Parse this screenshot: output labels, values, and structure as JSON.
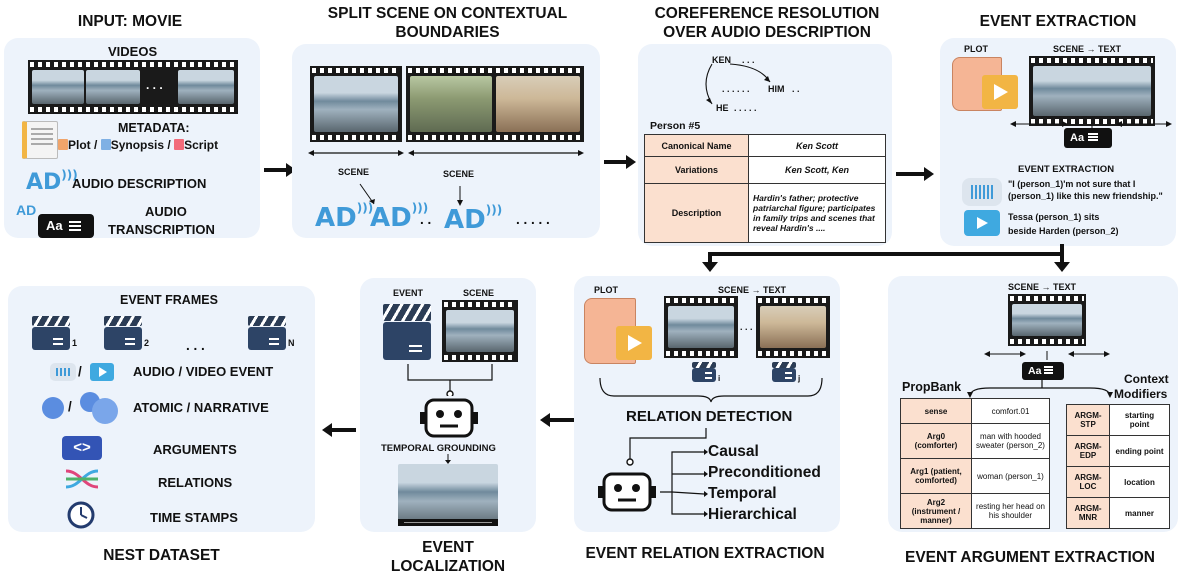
{
  "panels": {
    "input": {
      "title": "INPUT: MOVIE",
      "videos": "VIDEOS",
      "dots": ". . .",
      "metadata": "METADATA:",
      "plot": "Plot",
      "synopsis": "Synopsis",
      "script": "Script",
      "sep": "/",
      "audio_description": "AUDIO DESCRIPTION",
      "ad": "AD",
      "aa": "Aa",
      "audio_transcription_1": "AUDIO",
      "audio_transcription_2": "TRANSCRIPTION"
    },
    "split": {
      "title_1": "SPLIT SCENE ON CONTEXTUAL",
      "title_2": "BOUNDARIES",
      "scene1": "SCENE",
      "scene2": "SCENE",
      "ad": "AD",
      "dots1": ". .",
      "dots2": ". . . . ."
    },
    "coref": {
      "title_1": "COREFERENCE RESOLUTION",
      "title_2": "OVER AUDIO DESCRIPTION",
      "ken": "KEN",
      "him": "HIM",
      "he": "HE",
      "dots_a": ". . .",
      "dots_b": ". . . . . .",
      "dots_c": ". .",
      "dots_d": ". . . . .",
      "person": "Person #5",
      "rows": [
        {
          "key": "Canonical Name",
          "value": "Ken Scott"
        },
        {
          "key": "Variations",
          "value": "Ken Scott, Ken"
        },
        {
          "key": "Description",
          "value": "Hardin's father; protective patriarchal figure; participates in family trips and scenes that reveal Hardin's ...."
        }
      ]
    },
    "event_extraction": {
      "title": "EVENT EXTRACTION",
      "plot": "PLOT",
      "scene_text": "SCENE → TEXT",
      "aa": "Aa",
      "sub": "EVENT EXTRACTION",
      "quote": "\"I (person_1)'m not sure that I (person_1) like this new friendship.\"",
      "action": "Tessa (person_1) sits beside Harden (person_2)"
    },
    "nest": {
      "title": "NEST DATASET",
      "event_frames": "EVENT FRAMES",
      "n1": "1",
      "n2": "2",
      "nN": "N",
      "dots": ". . .",
      "slash1": "/",
      "slash2": "/",
      "av_event": "AUDIO / VIDEO EVENT",
      "atomic": "ATOMIC / NARRATIVE",
      "arguments": "ARGUMENTS",
      "relations": "RELATIONS",
      "time_stamps": "TIME STAMPS"
    },
    "localization": {
      "title_1": "EVENT",
      "title_2": "LOCALIZATION",
      "event": "EVENT",
      "scene": "SCENE",
      "temporal_grounding": "TEMPORAL GROUNDING"
    },
    "relation": {
      "title": "EVENT RELATION EXTRACTION",
      "plot": "PLOT",
      "scene_text": "SCENE → TEXT",
      "dots": ". . .",
      "i": "i",
      "j": "j",
      "relation_detection": "RELATION DETECTION",
      "types": [
        "Causal",
        "Preconditioned",
        "Temporal",
        "Hierarchical"
      ]
    },
    "argument": {
      "title": "EVENT ARGUMENT EXTRACTION",
      "scene_text": "SCENE → TEXT",
      "aa": "Aa",
      "propbank": "PropBank",
      "context_1": "Context",
      "context_2": "Modifiers",
      "propbank_rows": [
        {
          "key": "sense",
          "value": "comfort.01"
        },
        {
          "key": "Arg0 (comforter)",
          "value": "man with hooded sweater (person_2)"
        },
        {
          "key": "Arg1 (patient, comforted)",
          "value": "woman (person_1)"
        },
        {
          "key": "Arg2 (instrument / manner)",
          "value": "resting her head on his shoulder"
        }
      ],
      "context_rows": [
        {
          "key": "ARGM-STP",
          "value": "starting point"
        },
        {
          "key": "ARGM-EDP",
          "value": "ending point"
        },
        {
          "key": "ARGM-LOC",
          "value": "location"
        },
        {
          "key": "ARGM-MNR",
          "value": "manner"
        }
      ]
    }
  },
  "colors": {
    "panel_bg": "#edf3fb",
    "ad_blue": "#3f9ad8",
    "table_key": "#fbe0cf",
    "clap_navy": "#2d4466"
  }
}
